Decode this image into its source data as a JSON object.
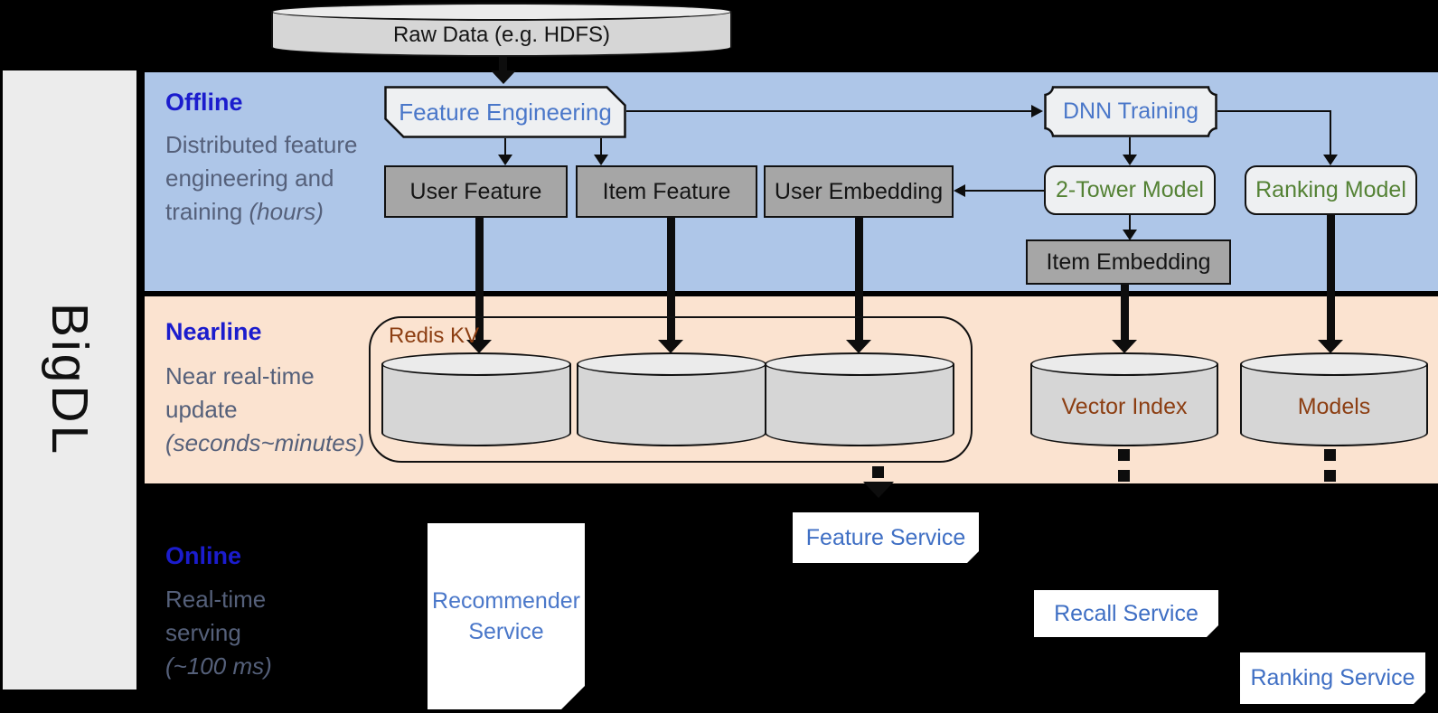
{
  "brand": "BigDL",
  "raw_data_label": "Raw Data (e.g. HDFS)",
  "sections": {
    "offline": {
      "title": "Offline",
      "desc": "Distributed feature engineering and training",
      "desc_italic": "(hours)"
    },
    "nearline": {
      "title": "Nearline",
      "desc": "Near real-time update",
      "desc_italic": "(seconds~minutes)"
    },
    "online": {
      "title": "Online",
      "desc": "Real-time serving",
      "desc_italic": "(~100 ms)"
    }
  },
  "nodes": {
    "feature_engineering": "Feature Engineering",
    "dnn_training": "DNN Training",
    "user_feature": "User Feature",
    "item_feature": "Item Feature",
    "user_embedding": "User Embedding",
    "two_tower_model": "2-Tower Model",
    "ranking_model": "Ranking Model",
    "item_embedding": "Item Embedding",
    "redis_kv": "Redis KV",
    "vector_index": "Vector Index",
    "models": "Models",
    "recommender_service": "Recommender Service",
    "feature_service": "Feature Service",
    "recall_service": "Recall Service",
    "ranking_service": "Ranking Service"
  },
  "colors": {
    "background": "#000000",
    "sidebar_bg": "#ececec",
    "offline_band": "#aec6e8",
    "nearline_band": "#fbe3d0",
    "section_title_blue": "#1b1ccd",
    "section_desc_gray": "#55607a",
    "node_text_blue": "#4a77c9",
    "node_text_green": "#548235",
    "storage_text_brown": "#8c3e12",
    "dark_box_bg": "#a6a6a6",
    "light_box_bg": "#eef0f2",
    "cylinder_bg": "#d6d6d6",
    "service_text_blue": "#3f6fc4"
  }
}
